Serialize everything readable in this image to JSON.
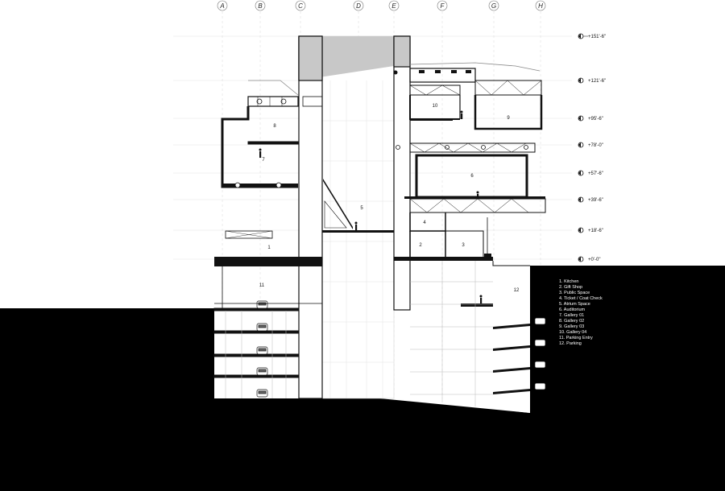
{
  "grid_lines": [
    "A",
    "B",
    "C",
    "D",
    "E",
    "F",
    "G",
    "H"
  ],
  "levels": [
    "+151'-6\"",
    "+121'-6\"",
    "+95'-6\"",
    "+78'-0\"",
    "+57'-6\"",
    "+39'-6\"",
    "+18'-6\"",
    "+0'-0\""
  ],
  "rooms": [
    "1",
    "2",
    "3",
    "4",
    "5",
    "6",
    "7",
    "8",
    "9",
    "10",
    "11",
    "12"
  ],
  "legend": [
    "1. Kitchen",
    "2. Gift Shop",
    "3. Public Space",
    "4. Ticket / Coat Check",
    "5. Atrium Space",
    "6. Auditorium",
    "7. Gallery 01",
    "8. Gallery 02",
    "9. Gallery 03",
    "10. Gallery 04",
    "11. Parking Entry",
    "12. Parking"
  ],
  "colors": {
    "ground": "#000000",
    "line": "#111111",
    "light_line": "#bbbbbb",
    "glass": "#c8c8c8"
  }
}
